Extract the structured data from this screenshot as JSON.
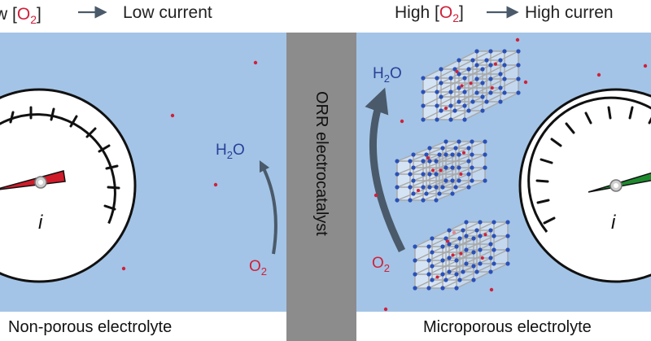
{
  "header": {
    "left_prefix": "w [",
    "left_species": "O",
    "left_species_sub": "2",
    "left_suffix": "]",
    "left_result": "Low current",
    "right_prefix": "High [",
    "right_species": "O",
    "right_species_sub": "2",
    "right_suffix": "]",
    "right_result": "High curren"
  },
  "left_panel": {
    "label": "Non-porous electrolyte",
    "meter_label": "i",
    "product": "H",
    "product_sub": "2",
    "product_tail": "O",
    "reactant": "O",
    "reactant_sub": "2"
  },
  "center": {
    "label": "ORR electrocatalyst"
  },
  "right_panel": {
    "label": "Microporous electrolyte",
    "meter_label": "i",
    "product": "H",
    "product_sub": "2",
    "product_tail": "O",
    "reactant": "O",
    "reactant_sub": "2"
  },
  "colors": {
    "electrolyte": "#a3c4e6",
    "catalyst": "#8c8c8c",
    "needle_low": "#d01c2a",
    "needle_high": "#1e8a2e",
    "oxygen": "#d0203a",
    "water_text": "#2b3f9a",
    "arrow": "#4a5a6a",
    "framework_node": "#2a50b8"
  }
}
